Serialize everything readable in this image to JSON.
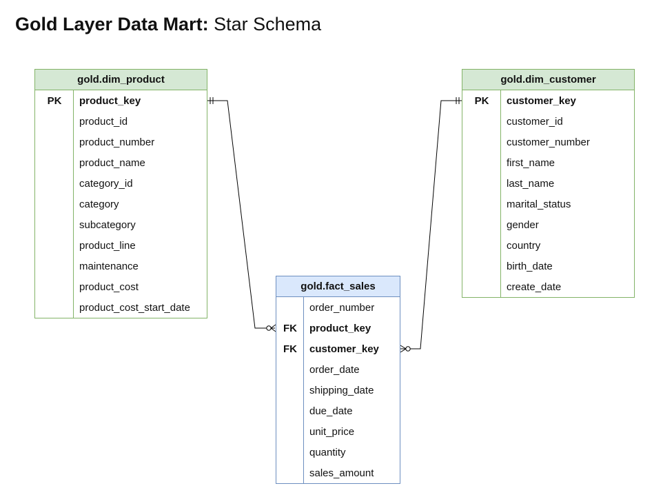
{
  "title": {
    "bold": "Gold Layer Data Mart:",
    "rest": " Star Schema"
  },
  "entities": {
    "dim_product": {
      "name": "gold.dim_product",
      "rows": [
        {
          "key": "PK",
          "name": "product_key"
        },
        {
          "key": "",
          "name": "product_id"
        },
        {
          "key": "",
          "name": "product_number"
        },
        {
          "key": "",
          "name": "product_name"
        },
        {
          "key": "",
          "name": "category_id"
        },
        {
          "key": "",
          "name": "category"
        },
        {
          "key": "",
          "name": "subcategory"
        },
        {
          "key": "",
          "name": "product_line"
        },
        {
          "key": "",
          "name": "maintenance"
        },
        {
          "key": "",
          "name": "product_cost"
        },
        {
          "key": "",
          "name": "product_cost_start_date"
        }
      ]
    },
    "dim_customer": {
      "name": "gold.dim_customer",
      "rows": [
        {
          "key": "PK",
          "name": "customer_key"
        },
        {
          "key": "",
          "name": "customer_id"
        },
        {
          "key": "",
          "name": "customer_number"
        },
        {
          "key": "",
          "name": "first_name"
        },
        {
          "key": "",
          "name": "last_name"
        },
        {
          "key": "",
          "name": "marital_status"
        },
        {
          "key": "",
          "name": "gender"
        },
        {
          "key": "",
          "name": "country"
        },
        {
          "key": "",
          "name": "birth_date"
        },
        {
          "key": "",
          "name": "create_date"
        }
      ]
    },
    "fact_sales": {
      "name": "gold.fact_sales",
      "rows": [
        {
          "key": "",
          "name": "order_number"
        },
        {
          "key": "FK",
          "name": "product_key"
        },
        {
          "key": "FK",
          "name": "customer_key"
        },
        {
          "key": "",
          "name": "order_date"
        },
        {
          "key": "",
          "name": "shipping_date"
        },
        {
          "key": "",
          "name": "due_date"
        },
        {
          "key": "",
          "name": "unit_price"
        },
        {
          "key": "",
          "name": "quantity"
        },
        {
          "key": "",
          "name": "sales_amount"
        }
      ]
    }
  },
  "relationships": [
    {
      "from": "dim_product.product_key",
      "to": "fact_sales.product_key",
      "cardinality": "one-to-many"
    },
    {
      "from": "dim_customer.customer_key",
      "to": "fact_sales.customer_key",
      "cardinality": "one-to-many"
    }
  ],
  "colors": {
    "dim_fill": "#d5e8d4",
    "dim_border": "#82b366",
    "fact_fill": "#dae8fc",
    "fact_border": "#6c8ebf",
    "line": "#000000"
  }
}
